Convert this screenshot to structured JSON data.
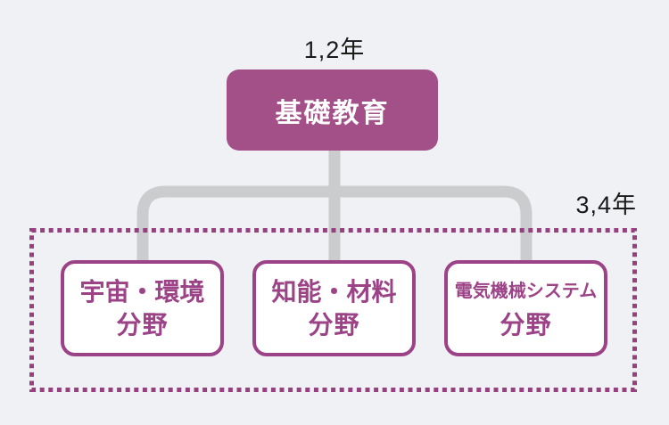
{
  "diagram": {
    "top_label": "1,2年",
    "bottom_label": "3,4年",
    "root": {
      "label": "基礎教育"
    },
    "fields": [
      {
        "line1": "宇宙・環境",
        "line2": "分野"
      },
      {
        "line1": "知能・材料",
        "line2": "分野"
      },
      {
        "line1": "電気機械システム",
        "line2": "分野"
      }
    ]
  },
  "colors": {
    "bg": "#f0f1f4",
    "box_fill": "#a35089",
    "box_border": "#9c4387",
    "box_text": "#9c4387",
    "connector": "#cbcccd",
    "dotted_border": "#96407f",
    "label": "#1a1a1a"
  }
}
